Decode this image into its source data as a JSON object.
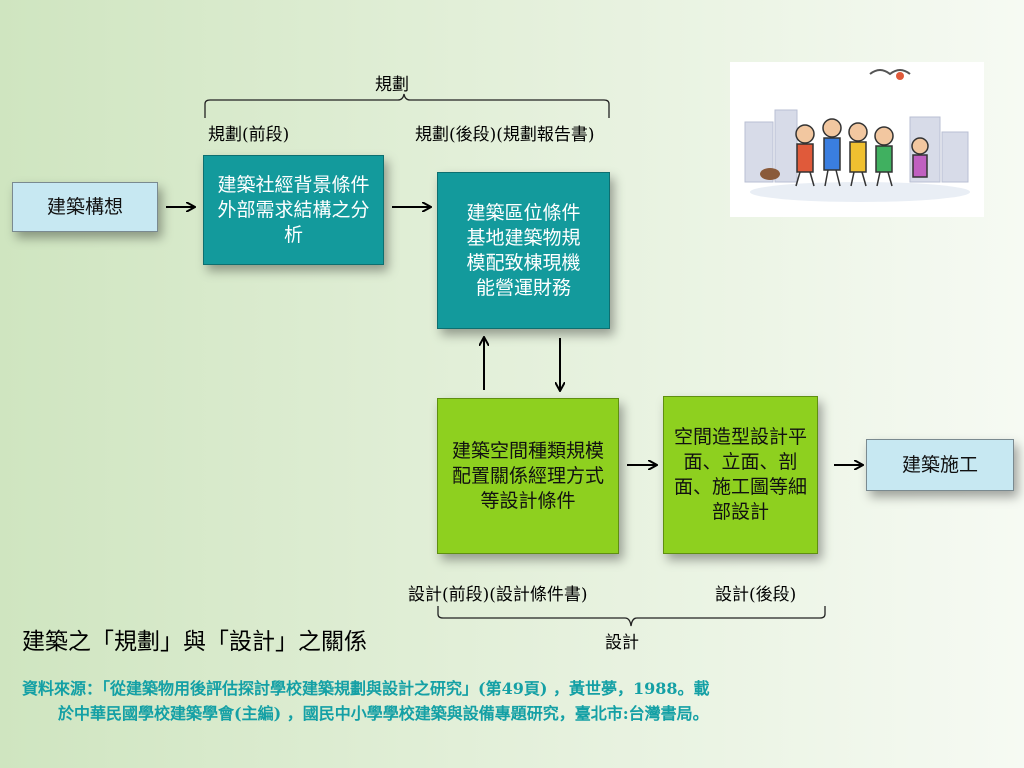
{
  "planning": {
    "main": "規劃",
    "front": "規劃(前段)",
    "back": "規劃(後段)(規劃報告書)"
  },
  "boxes": {
    "concept": "建築構想",
    "socio": "建築社經背景條件外部需求結構之分析",
    "location": "建築區位條件基地建築物規模配致棟現機能營運財務",
    "space": "建築空間種類規模配置關係經理方式等設計條件",
    "form": "空間造型設計平面、立面、剖面、施工圖等細部設計",
    "construction": "建築施工"
  },
  "design": {
    "front": "設計(前段)(設計條件書)",
    "back": "設計(後段)",
    "main": "設計"
  },
  "title": "建築之「規劃」與「設計」之關係",
  "source": {
    "line1": "資料來源：「從建築物用後評估探討學校建築規劃與設計之研究」(第49頁) ，黃世夢，1988。載",
    "line2": "於中華民國學校建築學會(主編) ，國民中小學學校建築與設備專題研究，臺北市:台灣書局。"
  },
  "colors": {
    "teal": "#139a9c",
    "green": "#8ed01f",
    "light_blue": "#c7e8f2",
    "source_text": "#14a0a5"
  }
}
